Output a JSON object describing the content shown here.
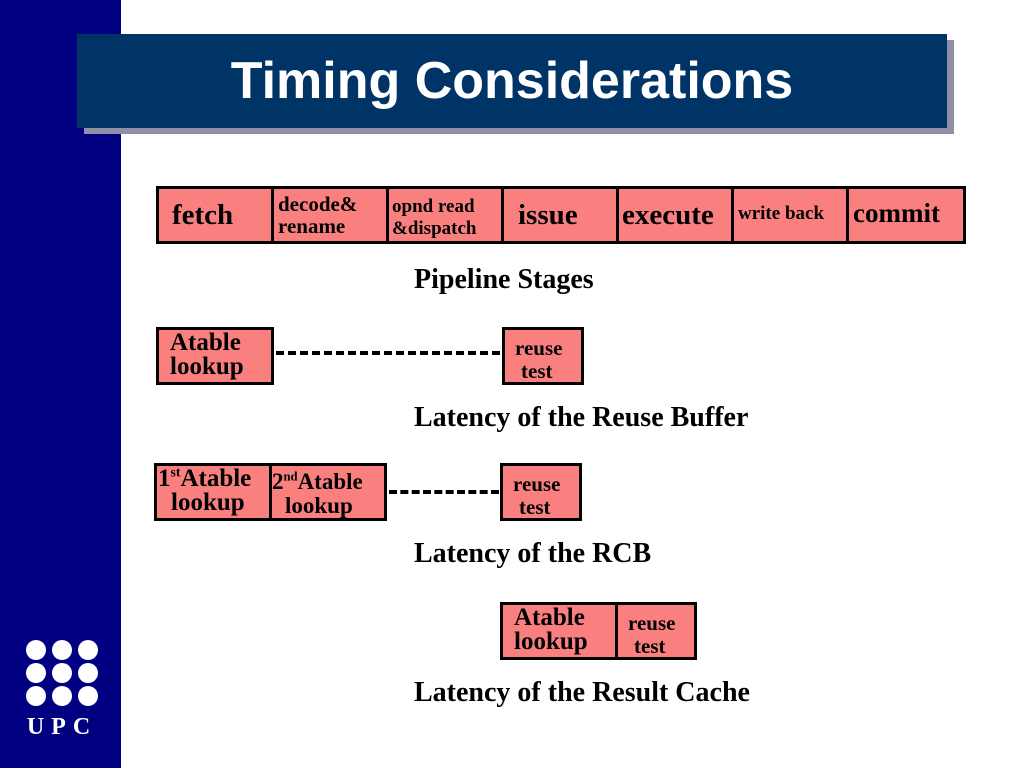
{
  "slide": {
    "title": "Timing Considerations",
    "logo_text": "UPC"
  },
  "pipeline": {
    "stages": [
      "fetch",
      "decode&",
      "rename",
      "opnd read",
      "&dispatch",
      "issue",
      "execute",
      "write back",
      "commit"
    ],
    "caption": "Pipeline Stages"
  },
  "reuse_buffer": {
    "lookup_line1": "Atable",
    "lookup_line2": "lookup",
    "test_line1": "reuse",
    "test_line2": "test",
    "caption": "Latency of the Reuse Buffer"
  },
  "rcb": {
    "first_num": "1",
    "first_sup": "st",
    "first_word": "Atable",
    "first_line2": "lookup",
    "second_num": "2",
    "second_sup": "nd",
    "second_word": "Atable",
    "second_line2": "lookup",
    "test_line1": "reuse",
    "test_line2": "test",
    "caption": "Latency of the RCB"
  },
  "result_cache": {
    "lookup_line1": "Atable",
    "lookup_line2": "lookup",
    "test_line1": "reuse",
    "test_line2": "test",
    "caption": "Latency of the Result Cache"
  },
  "colors": {
    "sidebar": "#000080",
    "title_bar": "#003366",
    "box_fill": "#fa8080"
  },
  "icons": [
    "upc-logo-icon"
  ]
}
